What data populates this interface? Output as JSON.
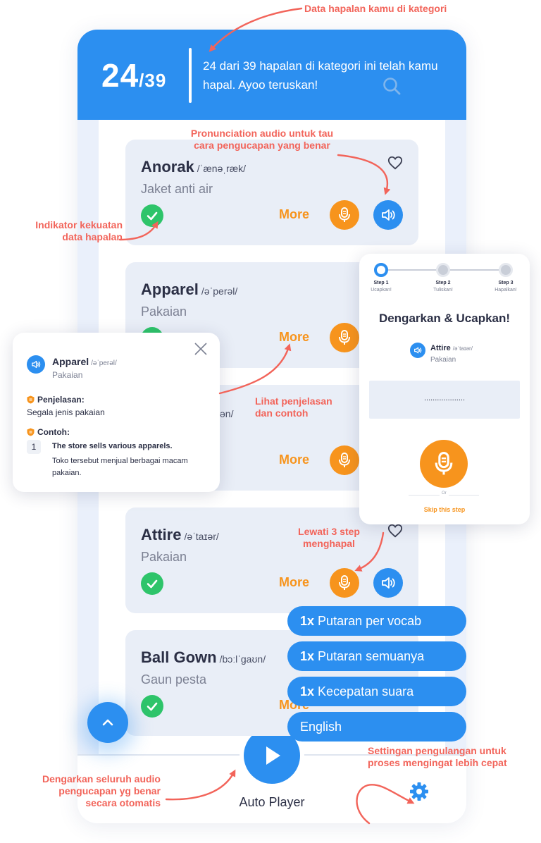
{
  "header": {
    "score_main": "24",
    "score_total": "/39",
    "text": "24 dari 39 hapalan di kategori ini telah kamu hapal. Ayoo teruskan!"
  },
  "cards": [
    {
      "word": "Anorak",
      "ipa": "/ˈænəˌræk/",
      "meaning": "Jaket anti air",
      "more": "More"
    },
    {
      "word": "Apparel",
      "ipa": "/əˈperəl/",
      "meaning": "Pakaian",
      "more": "More"
    },
    {
      "word": "",
      "ipa": "ən/",
      "meaning": "",
      "more": "More"
    },
    {
      "word": "Attire",
      "ipa": "/əˈtaɪər/",
      "meaning": "Pakaian",
      "more": "More"
    },
    {
      "word": "Ball Gown",
      "ipa": "/bɔːlˈgaʊn/",
      "meaning": "Gaun pesta",
      "more": "More"
    }
  ],
  "popup": {
    "word": "Apparel",
    "ipa": "/əˈperəl/",
    "meaning": "Pakaian",
    "explain_title": "Penjelasan:",
    "explain_text": "Segala jenis pakaian",
    "example_title": "Contoh:",
    "example_number": "1",
    "example_en": "The store sells various apparels.",
    "example_id": "Toko tersebut menjual berbagai macam pakaian."
  },
  "steps": {
    "items": [
      {
        "label": "Step 1",
        "sub": "Ucapkan!"
      },
      {
        "label": "Step 2",
        "sub": "Tuliskan!"
      },
      {
        "label": "Step 3",
        "sub": "Hapalkan!"
      }
    ],
    "title": "Dengarkan & Ucapkan!",
    "word": "Attire",
    "ipa": "/əˈtaɪər/",
    "meaning": "Pakaian",
    "input_placeholder": "...................",
    "or": "Or",
    "skip": "Skip this step"
  },
  "settings": [
    {
      "count": "1x",
      "label": "Putaran per vocab"
    },
    {
      "count": "1x",
      "label": "Putaran semuanya"
    },
    {
      "count": "1x",
      "label": "Kecepatan suara"
    },
    {
      "count": "",
      "label": "English"
    }
  ],
  "bottom": {
    "auto_label": "Auto Player"
  },
  "annotations": {
    "data_hapalan": "Data hapalan kamu di kategori",
    "pronunciation": "Pronunciation audio untuk tau cara pengucapan yang benar",
    "indikator": "Indikator kekuatan data hapalan",
    "lihat": "Lihat penjelasan dan contoh",
    "lewati": "Lewati 3 step menghapal",
    "dengarkan": "Dengarkan seluruh audio pengucapan yg benar secara otomatis",
    "settingan": "Settingan pengulangan untuk proses mengingat lebih cepat"
  },
  "colors": {
    "primary": "#2c8ff0",
    "orange": "#f7941d",
    "green": "#2ec46a",
    "annotation": "#f2645a"
  }
}
